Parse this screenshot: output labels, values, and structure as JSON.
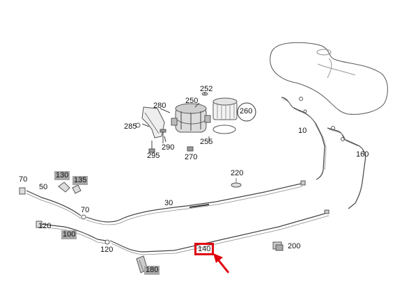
{
  "callouts": {
    "n70a": "70",
    "n50": "50",
    "n130": "130",
    "n135": "135",
    "n70b": "70",
    "n120a": "120",
    "n100": "100",
    "n120b": "120",
    "n180": "180",
    "n30": "30",
    "n220": "220",
    "n140": "140",
    "n200": "200",
    "n10": "10",
    "n160": "160",
    "n280": "280",
    "n285": "285",
    "n250": "250",
    "n252": "252",
    "n260": "260",
    "n255": "255",
    "n290": "290",
    "n295": "295",
    "n270": "270"
  },
  "highlight": {
    "color": "#e0000f",
    "greyed_color": "#a7a7a7"
  },
  "icons": {
    "pointer": "red-arrow-icon"
  }
}
